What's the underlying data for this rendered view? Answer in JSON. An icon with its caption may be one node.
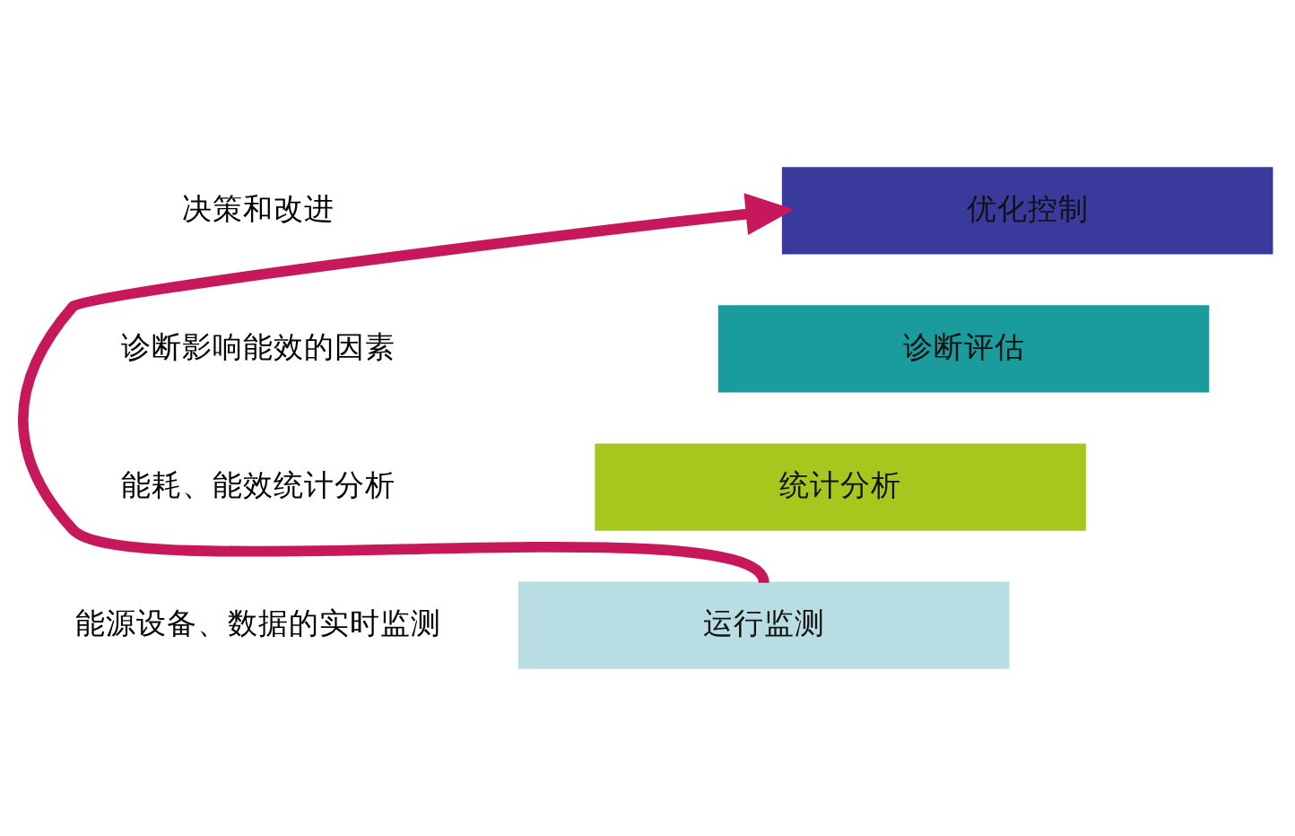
{
  "diagram": {
    "nodes": [
      {
        "text": [
          "运行监测"
        ]
      },
      {
        "text": [
          "统计分析"
        ]
      },
      {
        "text": [
          "诊断评估"
        ]
      },
      {
        "text": [
          "优化控制"
        ]
      }
    ],
    "edges": [
      {
        "from": 0,
        "to": 3,
        "arrow": "to",
        "color": "#c8185c"
      }
    ],
    "labels": [
      "决策和改进",
      "诊断影响能效的因素",
      "能耗、能效统计分析",
      "能源设备、数据的实时监测"
    ]
  }
}
